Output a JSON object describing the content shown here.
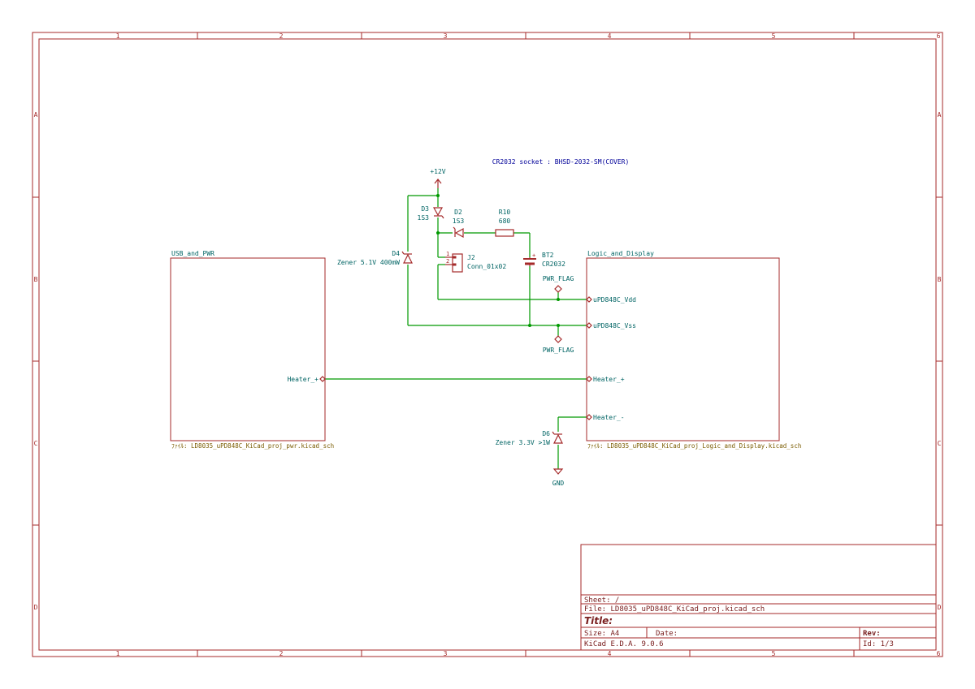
{
  "frame": {
    "columns": [
      "1",
      "2",
      "3",
      "4",
      "5",
      "6"
    ],
    "rows": [
      "A",
      "B",
      "C",
      "D"
    ]
  },
  "note": "CR2032 socket : BHSD-2032-SM(COVER)",
  "power": {
    "plus12": "+12V",
    "gnd": "GND",
    "pwr_flag_top": "PWR_FLAG",
    "pwr_flag_bottom": "PWR_FLAG"
  },
  "components": {
    "d3": {
      "ref": "D3",
      "value": "1S3"
    },
    "d2": {
      "ref": "D2",
      "value": "1S3"
    },
    "r10": {
      "ref": "R10",
      "value": "680"
    },
    "d4": {
      "ref": "D4",
      "value": "Zener 5.1V 400mW"
    },
    "j2": {
      "ref": "J2",
      "value": "Conn_01x02",
      "pin1": "1",
      "pin2": "2"
    },
    "bt2": {
      "ref": "BT2",
      "value": "CR2032",
      "plus": "+"
    },
    "d6": {
      "ref": "D6",
      "value": "Zener 3.3V >1W"
    }
  },
  "sheets": {
    "usb": {
      "name": "USB_and_PWR",
      "file": "ﾌｧｲﾙ: LD8035_uPD848C_KiCad_proj_pwr.kicad_sch",
      "pins": {
        "heater_plus": "Heater_+"
      }
    },
    "logic": {
      "name": "Logic_and_Display",
      "file": "ﾌｧｲﾙ: LD8035_uPD848C_KiCad_proj_Logic_and_Display.kicad_sch",
      "pins": {
        "vdd": "uPD848C_Vdd",
        "vss": "uPD848C_Vss",
        "heater_plus": "Heater_+",
        "heater_minus": "Heater_-"
      }
    }
  },
  "title_block": {
    "sheet": "Sheet: /",
    "file": "File: LD8035_uPD848C_KiCad_proj.kicad_sch",
    "title": "Title:",
    "size": "Size: A4",
    "date": "Date:",
    "rev": "Rev:",
    "tool": "KiCad E.D.A. 9.0.6",
    "id": "Id: 1/3"
  }
}
